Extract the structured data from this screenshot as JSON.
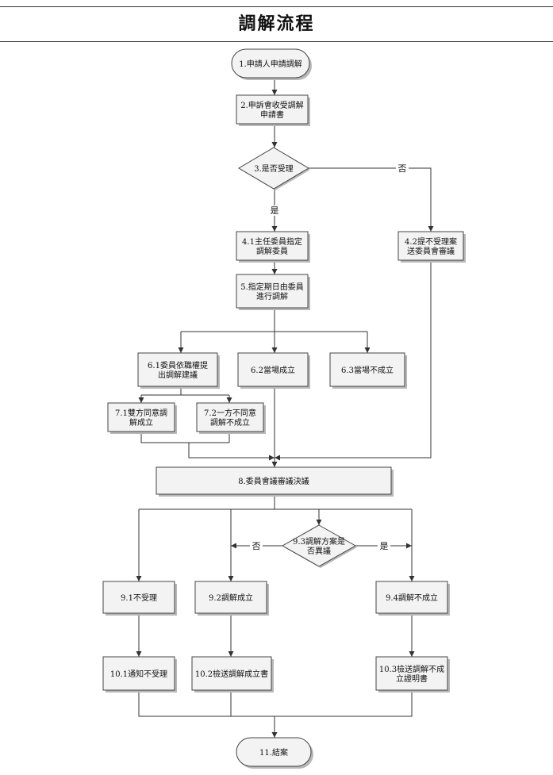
{
  "title": "調解流程",
  "nodes": {
    "n1": {
      "lines": [
        "1.申請人申請調解"
      ]
    },
    "n2": {
      "lines": [
        "2.申訴會收受調解",
        "申請書"
      ]
    },
    "n3": {
      "lines": [
        "3.是否受理"
      ]
    },
    "n41": {
      "lines": [
        "4.1主任委員指定",
        "調解委員"
      ]
    },
    "n42": {
      "lines": [
        "4.2提不受理案",
        "送委員會審議"
      ]
    },
    "n5": {
      "lines": [
        "5.指定期日由委員",
        "進行調解"
      ]
    },
    "n61": {
      "lines": [
        "6.1委員依職權提",
        "出調解建議"
      ]
    },
    "n62": {
      "lines": [
        "6.2當場成立"
      ]
    },
    "n63": {
      "lines": [
        "6.3當場不成立"
      ]
    },
    "n71": {
      "lines": [
        "7.1雙方同意調",
        "解成立"
      ]
    },
    "n72": {
      "lines": [
        "7.2一方不同意",
        "調解不成立"
      ]
    },
    "n8": {
      "lines": [
        "8.委員會議審議決議"
      ]
    },
    "n93": {
      "lines": [
        "9.3調解方案是",
        "否異議"
      ]
    },
    "n91": {
      "lines": [
        "9.1不受理"
      ]
    },
    "n92": {
      "lines": [
        "9.2調解成立"
      ]
    },
    "n94": {
      "lines": [
        "9.4調解不成立"
      ]
    },
    "n101": {
      "lines": [
        "10.1通知不受理"
      ]
    },
    "n102": {
      "lines": [
        "10.2檢送調解成立書"
      ]
    },
    "n103": {
      "lines": [
        "10.3檢送調解不成",
        "立證明書"
      ]
    },
    "n11": {
      "lines": [
        "11.結案"
      ]
    }
  },
  "edge_labels": {
    "accept_no": "否",
    "accept_yes": "是",
    "objection_no": "否",
    "objection_yes": "是"
  }
}
